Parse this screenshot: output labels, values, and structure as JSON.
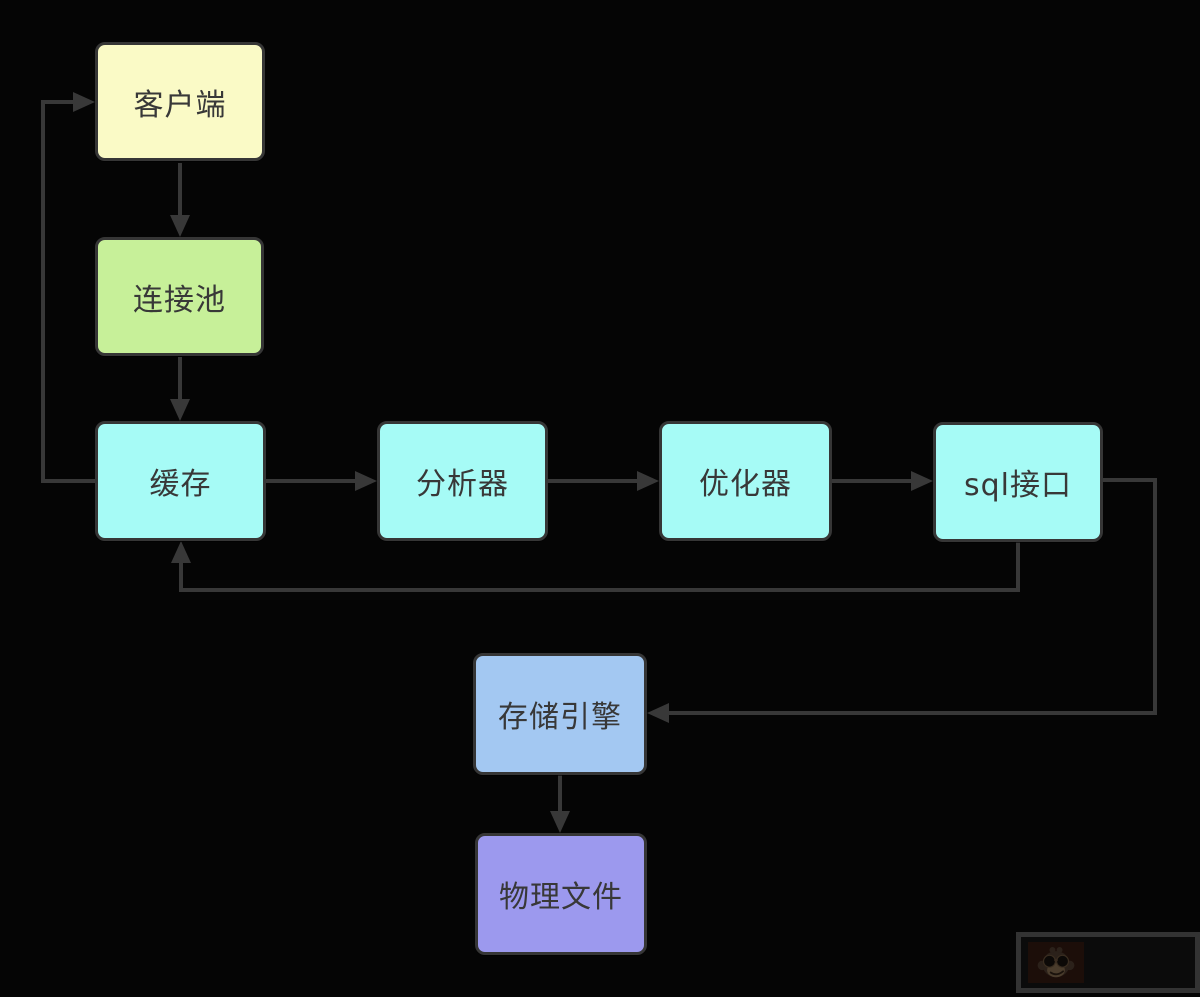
{
  "diagram": {
    "title": "mysql-architecture-flow",
    "background_color": "#050505",
    "line_color": "#383838",
    "text_color": "#383838",
    "nodes": [
      {
        "id": "client",
        "label": "客户端",
        "fill": "#fafac6"
      },
      {
        "id": "connection-pool",
        "label": "连接池",
        "fill": "#c7f099"
      },
      {
        "id": "cache",
        "label": "缓存",
        "fill": "#a6fbf6"
      },
      {
        "id": "analyzer",
        "label": "分析器",
        "fill": "#a6fbf6"
      },
      {
        "id": "optimizer",
        "label": "优化器",
        "fill": "#a6fbf6"
      },
      {
        "id": "sql-interface",
        "label": "sql接口",
        "fill": "#a6fbf6"
      },
      {
        "id": "storage-engine",
        "label": "存储引擎",
        "fill": "#a3c8f2"
      },
      {
        "id": "physical-file",
        "label": "物理文件",
        "fill": "#9c99ee"
      }
    ],
    "edges": [
      {
        "from": "client",
        "to": "connection-pool"
      },
      {
        "from": "connection-pool",
        "to": "cache"
      },
      {
        "from": "cache",
        "to": "analyzer"
      },
      {
        "from": "analyzer",
        "to": "optimizer"
      },
      {
        "from": "optimizer",
        "to": "sql-interface"
      },
      {
        "from": "sql-interface",
        "to": "cache"
      },
      {
        "from": "sql-interface",
        "to": "storage-engine"
      },
      {
        "from": "cache",
        "to": "client"
      },
      {
        "from": "storage-engine",
        "to": "physical-file"
      }
    ]
  },
  "watermark": {
    "icon": "monkey-with-sunglasses-logo"
  }
}
